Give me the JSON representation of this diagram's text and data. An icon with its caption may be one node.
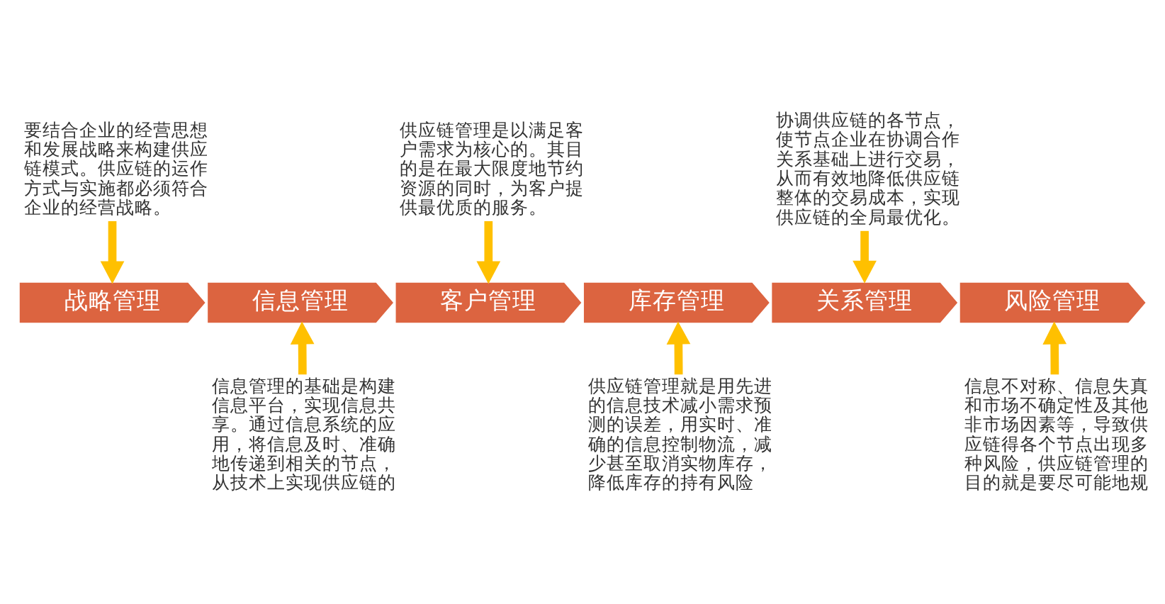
{
  "diagram": {
    "nodes": [
      {
        "text": [
          "要结合企业的经营思想和发展战略来构建供应链模式。供应链的运作方式与实施都必须符合企业的经营战略。"
        ]
      },
      {
        "text": [
          "供应链管理是以满足客户需求为核心的。其目的是在最大限度地节约资源的同时，为客户提供最优质的服务。"
        ]
      },
      {
        "text": [
          "协调供应链的各节点，使节点企业在协调合作关系基础上进行交易，从而有效地降低供应链整体的交易成本，实现供应链的全局最优化。"
        ]
      },
      {
        "text": [
          "战略管理"
        ]
      },
      {
        "text": [
          "信息管理"
        ]
      },
      {
        "text": [
          "客户管理"
        ]
      },
      {
        "text": [
          "库存管理"
        ]
      },
      {
        "text": [
          "关系管理"
        ]
      },
      {
        "text": [
          "风险管理"
        ]
      },
      {
        "text": [
          "信息管理的基础是构建信息平台，实现信息共享。通过信息系统的应用，将信息及时、准确地传递到相关的节点，从技术上实现供应链的"
        ]
      },
      {
        "text": [
          "供应链管理就是用先进的信息技术减小需求预测的误差，用实时、准确的信息控制物流，减少甚至取消实物库存，降低库存的持有风险"
        ]
      },
      {
        "text": [
          "信息不对称、信息失真和市场不确定性及其他非市场因素等，导致供应链得各个节点出现多种风险，供应链管理的目的就是要尽可能地规"
        ]
      }
    ],
    "edges": [
      {
        "from": 0,
        "to": 3,
        "arrow": "to"
      },
      {
        "from": 9,
        "to": 4,
        "arrow": "to"
      },
      {
        "from": 1,
        "to": 5,
        "arrow": "to"
      },
      {
        "from": 10,
        "to": 6,
        "arrow": "to"
      },
      {
        "from": 2,
        "to": 7,
        "arrow": "to"
      },
      {
        "from": 11,
        "to": 8,
        "arrow": "to"
      }
    ]
  }
}
